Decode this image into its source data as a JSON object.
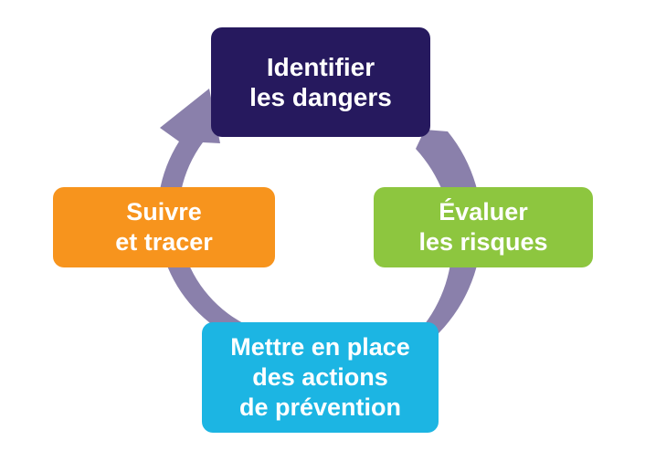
{
  "colors": {
    "arrow": "#8a80ab",
    "identify": "#26195e",
    "evaluate": "#8dc63f",
    "prevent": "#1cb5e3",
    "follow": "#f7941d"
  },
  "steps": {
    "identify": "Identifier\nles dangers",
    "evaluate": "Évaluer\nles risques",
    "prevent": "Mettre en place\ndes actions\nde prévention",
    "follow": "Suivre\net tracer"
  }
}
